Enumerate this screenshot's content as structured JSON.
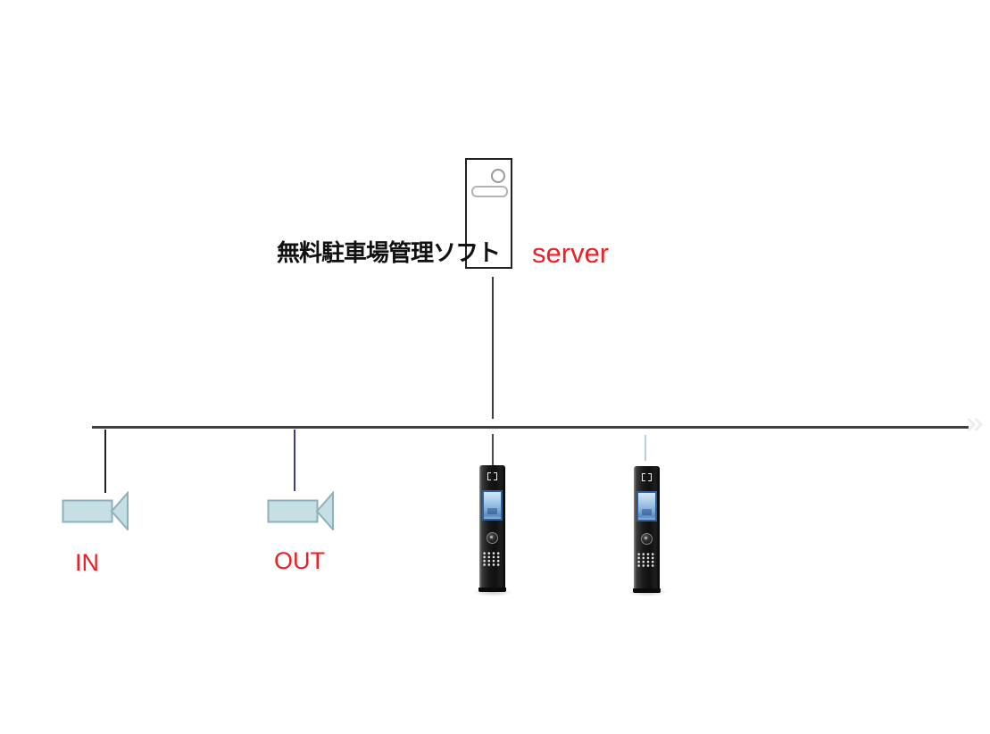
{
  "diagram": {
    "software_title": "無料駐車場管理ソフト",
    "server_label": "server",
    "camera_in_label": "IN",
    "camera_out_label": "OUT"
  },
  "colors": {
    "label_red": "#ed1f24",
    "bus_line": "#3f3f3f",
    "out_line_navy": "#3c3c8a",
    "kiosk2_line_pale": "#b7d2dd",
    "camera_fill": "#c6dfe4",
    "camera_stroke": "#8fb0ba",
    "kiosk_body_dark": "#141414",
    "kiosk_screen_blue": "#7fa9d6"
  }
}
